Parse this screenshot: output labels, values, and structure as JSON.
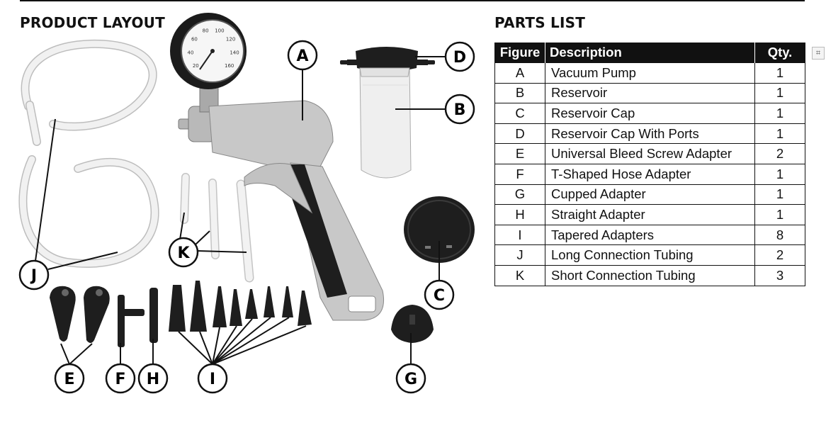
{
  "headings": {
    "layout": "PRODUCT LAYOUT",
    "parts": "PARTS LIST"
  },
  "gauge_dial": [
    "20",
    "40",
    "60",
    "80",
    "100",
    "120",
    "140",
    "160"
  ],
  "callouts": {
    "A": "A",
    "B": "B",
    "C": "C",
    "D": "D",
    "E": "E",
    "F": "F",
    "G": "G",
    "H": "H",
    "I": "I",
    "J": "J",
    "K": "K"
  },
  "parts_table": {
    "headers": {
      "figure": "Figure",
      "description": "Description",
      "qty": "Qty."
    },
    "rows": [
      {
        "figure": "A",
        "description": "Vacuum Pump",
        "qty": "1"
      },
      {
        "figure": "B",
        "description": "Reservoir",
        "qty": "1"
      },
      {
        "figure": "C",
        "description": "Reservoir Cap",
        "qty": "1"
      },
      {
        "figure": "D",
        "description": "Reservoir Cap With Ports",
        "qty": "1"
      },
      {
        "figure": "E",
        "description": "Universal Bleed Screw Adapter",
        "qty": "2"
      },
      {
        "figure": "F",
        "description": "T-Shaped Hose Adapter",
        "qty": "1"
      },
      {
        "figure": "G",
        "description": "Cupped Adapter",
        "qty": "1"
      },
      {
        "figure": "H",
        "description": "Straight Adapter",
        "qty": "1"
      },
      {
        "figure": "I",
        "description": "Tapered Adapters",
        "qty": "8"
      },
      {
        "figure": "J",
        "description": "Long Connection Tubing",
        "qty": "2"
      },
      {
        "figure": "K",
        "description": "Short Connection Tubing",
        "qty": "3"
      }
    ]
  },
  "side_icon": "qr-code-icon",
  "colors": {
    "ink": "#111111",
    "pump_body": "#c8c8c8",
    "rubber": "#1e1e1e",
    "tubing": "#ececec"
  }
}
